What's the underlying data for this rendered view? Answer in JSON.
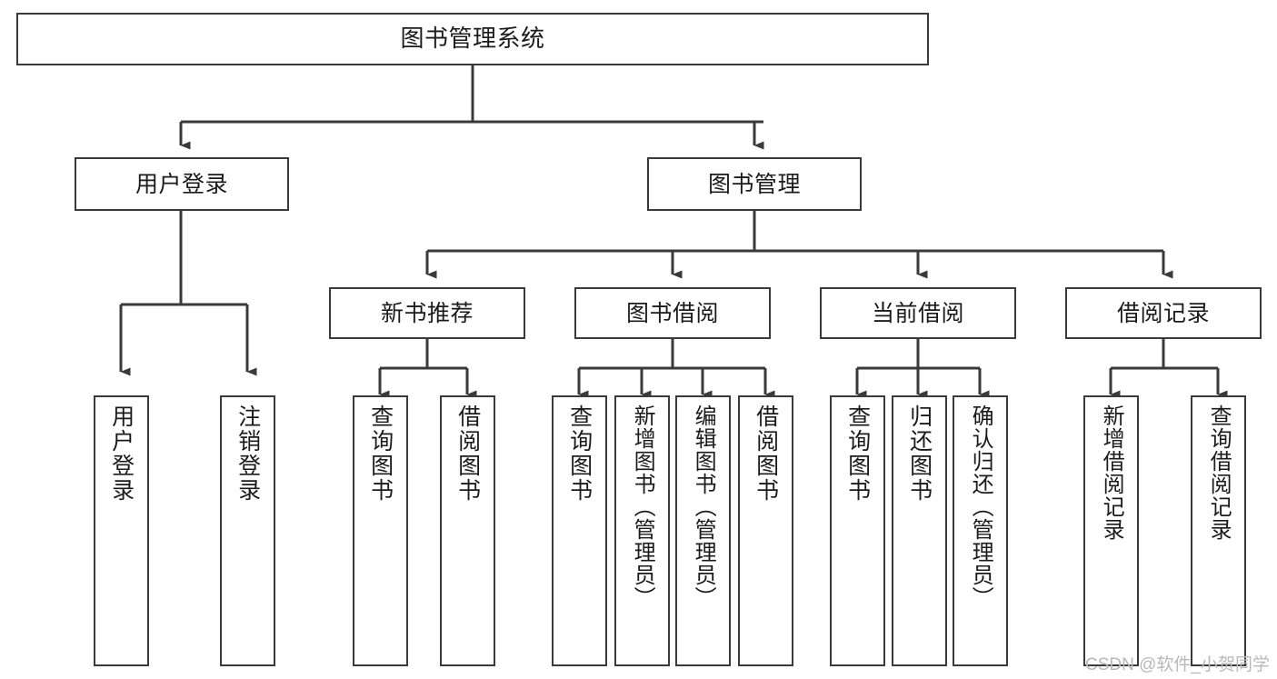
{
  "diagram": {
    "title": "图书管理系统",
    "type": "tree",
    "orientation": "top-down",
    "colors": {
      "box_border": "#3a3a3a",
      "box_fill": "#ffffff",
      "connector": "#3a3a3a",
      "text": "#1b1b1b",
      "watermark": "#b9b9b9"
    },
    "watermark": "CSDN @软件_小贺同学",
    "nodes": {
      "root": {
        "id": "root",
        "label": "图书管理系统",
        "level": 0
      },
      "level1": [
        {
          "id": "user-login",
          "label": "用户登录",
          "level": 1
        },
        {
          "id": "book-manage",
          "label": "图书管理",
          "level": 1
        }
      ],
      "level2": [
        {
          "id": "new-book-recommend",
          "label": "新书推荐",
          "level": 2,
          "parent": "book-manage"
        },
        {
          "id": "book-borrow",
          "label": "图书借阅",
          "level": 2,
          "parent": "book-manage"
        },
        {
          "id": "current-borrow",
          "label": "当前借阅",
          "level": 2,
          "parent": "book-manage"
        },
        {
          "id": "borrow-record",
          "label": "借阅记录",
          "level": 2,
          "parent": "book-manage"
        }
      ],
      "leaves": [
        {
          "id": "leaf-user-login",
          "label": "用户登录",
          "parent": "user-login"
        },
        {
          "id": "leaf-user-logout",
          "label": "注销登录",
          "parent": "user-login"
        },
        {
          "id": "leaf-query-book-1",
          "label": "查询图书",
          "parent": "new-book-recommend"
        },
        {
          "id": "leaf-borrow-book-1",
          "label": "借阅图书",
          "parent": "new-book-recommend"
        },
        {
          "id": "leaf-query-book-2",
          "label": "查询图书",
          "parent": "book-borrow"
        },
        {
          "id": "leaf-add-book",
          "label": "新增图书（管理员）",
          "parent": "book-borrow"
        },
        {
          "id": "leaf-edit-book",
          "label": "编辑图书（管理员）",
          "parent": "book-borrow"
        },
        {
          "id": "leaf-borrow-book-2",
          "label": "借阅图书",
          "parent": "book-borrow"
        },
        {
          "id": "leaf-query-book-3",
          "label": "查询图书",
          "parent": "current-borrow"
        },
        {
          "id": "leaf-return-book",
          "label": "归还图书",
          "parent": "current-borrow"
        },
        {
          "id": "leaf-confirm-return",
          "label": "确认归还（管理员）",
          "parent": "current-borrow"
        },
        {
          "id": "leaf-add-record",
          "label": "新增借阅记录",
          "parent": "borrow-record"
        },
        {
          "id": "leaf-query-record",
          "label": "查询借阅记录",
          "parent": "borrow-record"
        }
      ]
    }
  }
}
